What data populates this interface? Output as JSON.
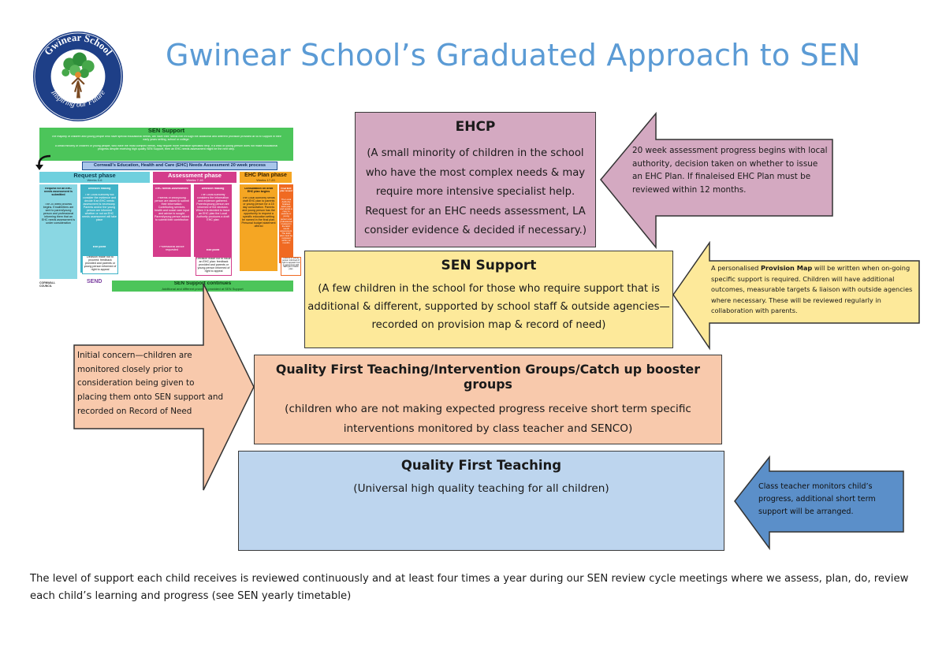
{
  "page": {
    "title": "Gwinear School’s Graduated Approach to SEN"
  },
  "logo": {
    "top_text": "Gwinear School",
    "motto": "Inspiring our Future"
  },
  "colors": {
    "title": "#5b9bd5",
    "ehcp_fill": "#d4a9c1",
    "sen_fill": "#fde99a",
    "intervention_fill": "#f8c9ac",
    "qft_fill": "#bdd5ee",
    "qft_arrow_fill": "#5b8fc9",
    "logo_navy": "#1e3f87"
  },
  "inset_chart": {
    "header": "SEN Support",
    "intro_1": "The majority of children and young people who have special educational needs, will have their needs met through the additional and different provision provided at SEN Support in their early years setting, school or college.",
    "intro_2": "A small minority of children or young people, who have the most complex needs, may require more intensive specialist help. If a child or young person does not make educational progress despite receiving high quality SEN Support, then an EHC needs assessment might be the next step.",
    "banner": "Cornwall’s Education, Health and Care (EHC) Needs Assessment 20 week process",
    "phases": [
      {
        "title": "Request phase",
        "weeks": "Weeks 0-6"
      },
      {
        "title": "Assessment phase",
        "weeks": "Weeks 7-16"
      },
      {
        "title": "EHC Plan phase",
        "weeks": "Weeks 17-20"
      }
    ],
    "columns": [
      {
        "title": "Request for an EHC needs assessment is submitted",
        "body": "The 20 week process begins. Email/letters are sent to parent/young person and professional informing them that an EHC needs assessment is under consideration"
      },
      {
        "title": "Decision making",
        "body": "The Local Authority will consider the evidence and decide if an EHC needs assessment is necessary. Parents and/or the young person are informed whether or not an EHC needs assessment will take place",
        "exit": "Exit point"
      },
      {
        "title": "EHC Needs Assessment",
        "body": "Parents of child/young person are asked to submit their information. Contributing services, health and social care input and advice is sought. Parent/young person asked to submit their contribution",
        "exit": "Professional advice requested"
      },
      {
        "title": "Decision making",
        "body": "The Local Authority considers the information and evidence gathered. Parents/young person are informed of the decision. When it is decided to issue an EHC plan the Local Authority produces a draft EHC plan",
        "exit": "Exit point"
      },
      {
        "title": "Consultation on draft EHC plan begins",
        "body": "The Local Authority sends draft EHC plan to parents or young person for a 15 day consultation. Parents and young person has the opportunity to request a specific education setting be named in the final plan. Personal budget statement offered"
      },
      {
        "title": "Final EHC plan issued",
        "body": "The Local Authority finalises EHC plan and sends a copy to parents or young person and professional involved in the EHC needs assessment. The EHC plan must be reviewed within 12 months"
      }
    ],
    "notes": [
      "Decision made not to proceed: feedback provided and parents or young person informed of right to appeal",
      "Decision made not to issue an EHC plan: feedback provided and parents or young person informed of right to appeal",
      "Parents or young person informed of right to appeal if not in agreement with SEN part of EHC plan"
    ],
    "footer_title": "SEN Support continues",
    "footer_sub": "Additional and different provision provided at SEN Support",
    "council": "CORNWALL COUNCIL",
    "send": "SEND"
  },
  "levels": {
    "ehcp": {
      "heading": "EHCP",
      "body": "(A small minority of children in the school who have the most complex needs & may require more intensive specialist help.  Request for an EHC needs assessment, LA consider evidence & decided if necessary.)"
    },
    "sen_support": {
      "heading": "SEN Support",
      "body": "(A few children in the  school for those who require support that is additional & different, supported by school staff & outside agencies—recorded on provision map  & record of need)"
    },
    "intervention": {
      "heading": "Quality  First Teaching/Intervention Groups/Catch up booster groups",
      "body": "(children who are not making expected progress receive short term specific interventions monitored by class teacher and SENCO)"
    },
    "qft": {
      "heading": "Quality First Teaching",
      "body": "(Universal high quality teaching for all children)"
    }
  },
  "arrows": {
    "ehcp_note": "20 week assessment progress begins with local authority, decision taken on whether to issue an EHC Plan.  If finaleised EHC Plan must be reviewed within 12 months.",
    "provision_prefix": "A personalised ",
    "provision_bold": "Provision Map",
    "provision_rest": " will be written when on-going specific support is required.  Children will have additional outcomes, measurable targets & liaison with outside agencies where necessary.  These will be reviewed regularly in collaboration with parents.",
    "initial_concern": "Initial concern—children are monitored closely prior to consideration being given to placing them onto SEN support and recorded on Record of Need",
    "class_teacher": "Class teacher monitors child’s progress, additional short term support will be arranged."
  },
  "footer": {
    "text": "The level of support each child receives is reviewed continuously and at least four times a year during our SEN review cycle meetings where we assess, plan, do, review each child’s learning and progress (see SEN yearly timetable)"
  }
}
